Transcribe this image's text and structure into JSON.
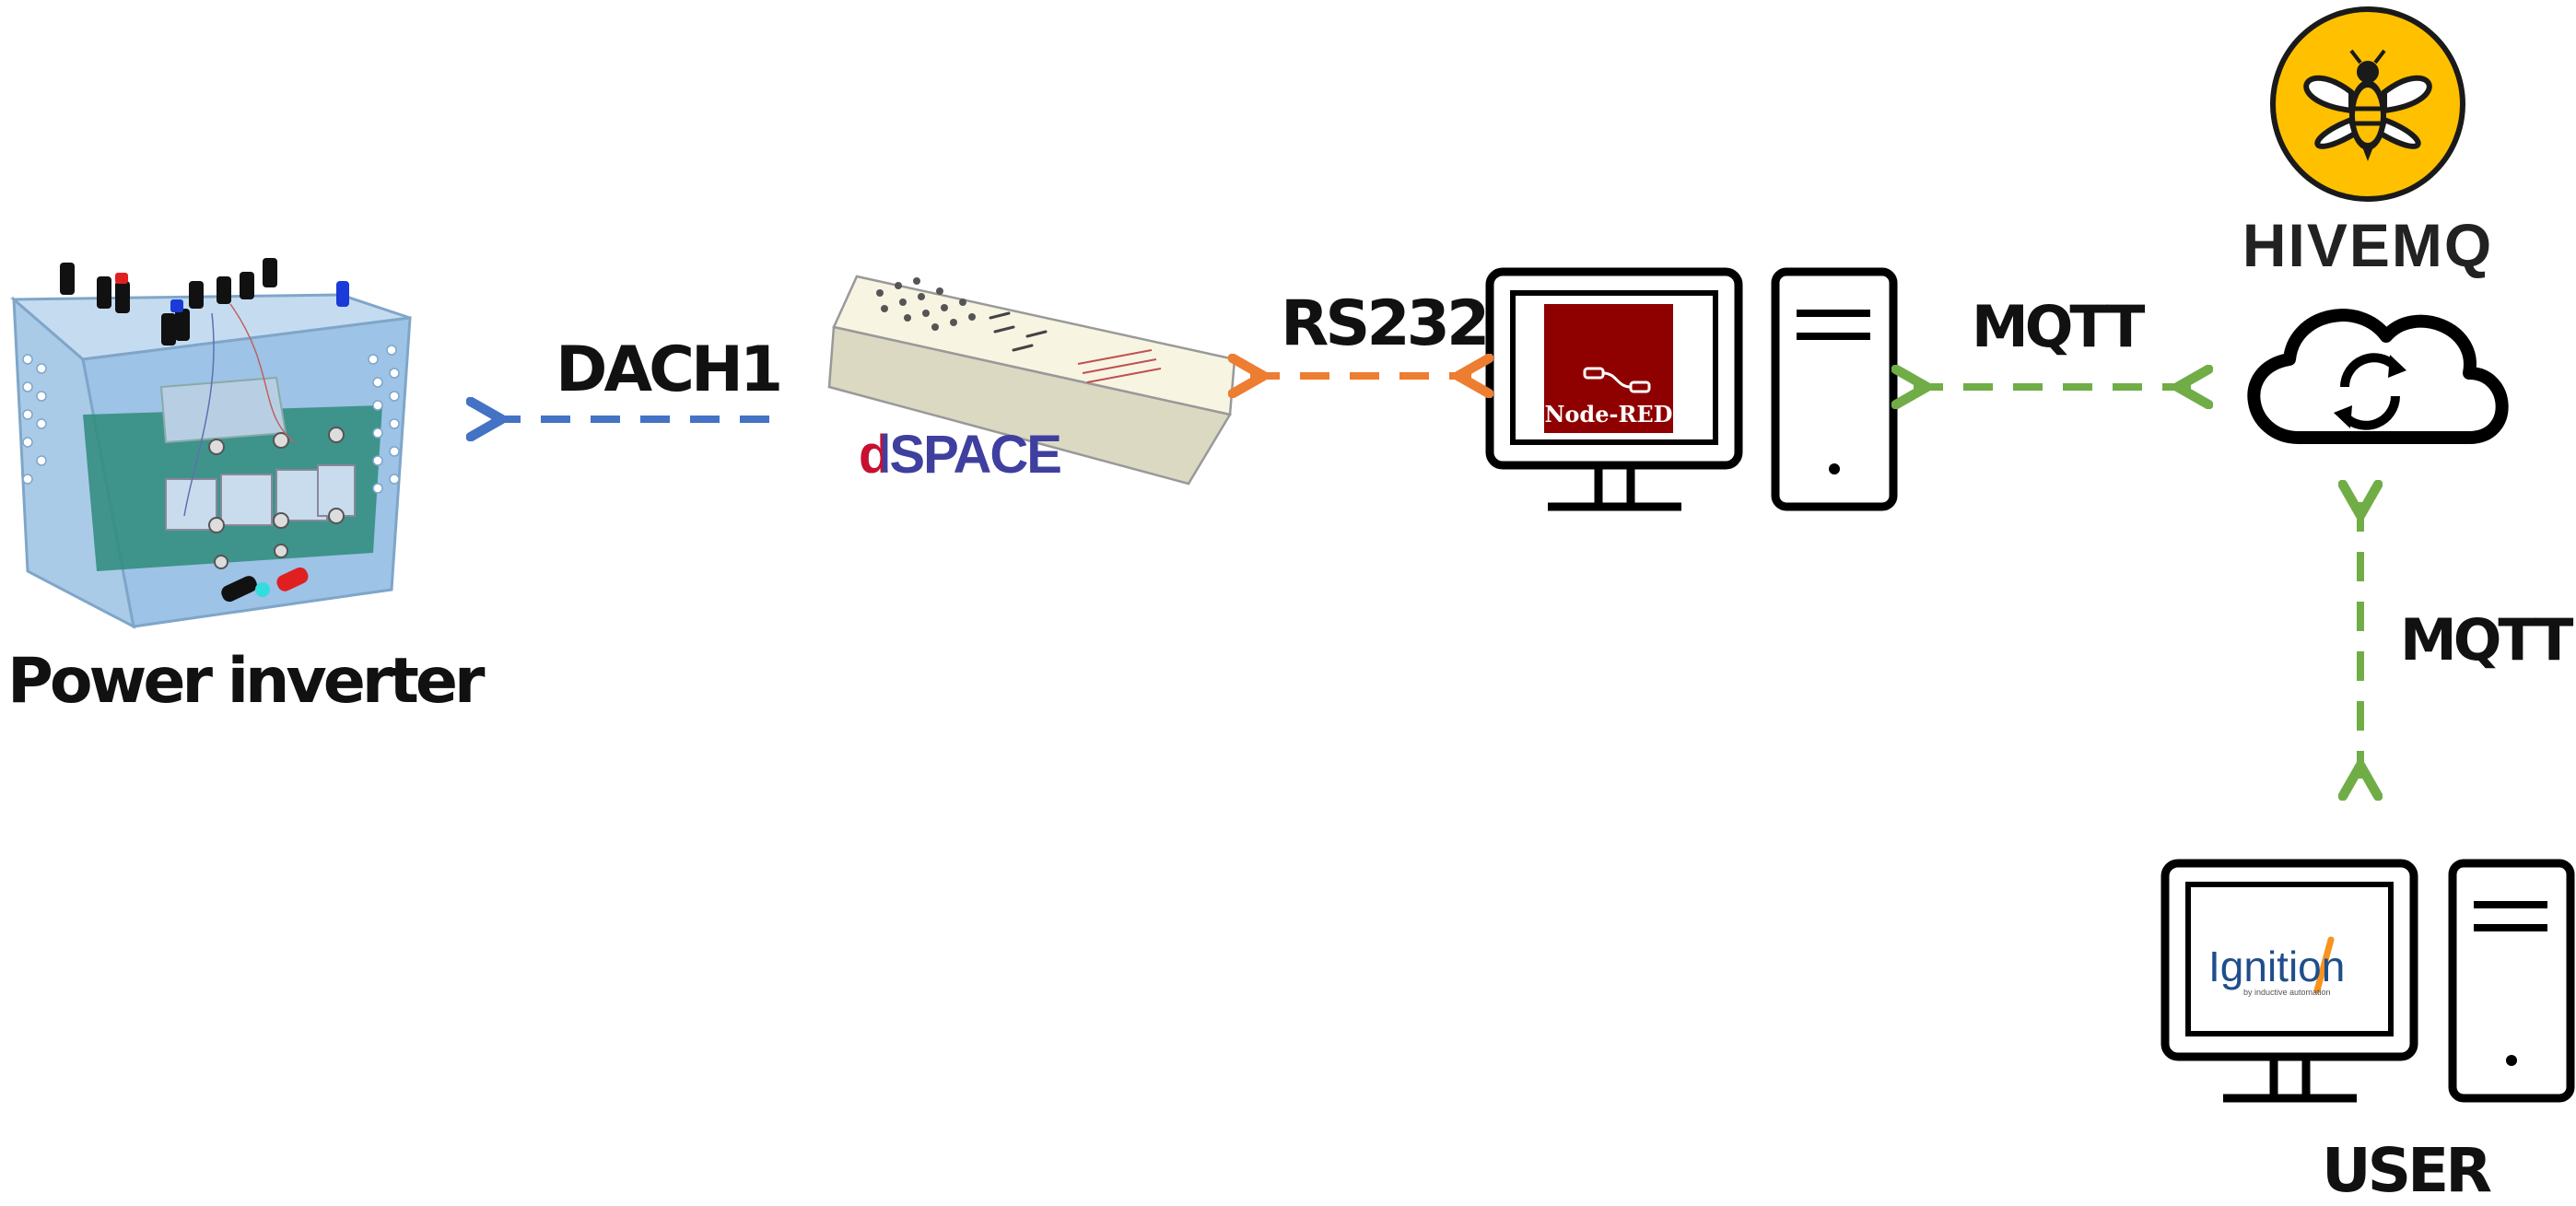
{
  "labels": {
    "power_inverter": "Power inverter",
    "dach1": "DACH1",
    "rs232": "RS232",
    "mqtt_horizontal": "MQTT",
    "mqtt_vertical": "MQTT",
    "user": "USER"
  },
  "logos": {
    "dspace": "dSPACE",
    "node_red": "Node-RED",
    "hivemq": "HIVEMQ",
    "ignition": "Ignition",
    "ignition_tagline": "by inductive automation"
  },
  "colors": {
    "dach1_arrow": "#4472c4",
    "rs232_arrow": "#ed7d31",
    "mqtt_arrow": "#70ad47",
    "node_red_fill": "#8f0000",
    "hivemq_yellow": "#ffc000",
    "dspace_red": "#c8102e",
    "dspace_blue": "#3f3f9f",
    "inverter_box": "#9dc3e6",
    "inverter_board": "#2e8b7a"
  },
  "icons": [
    "power-inverter-icon",
    "dspace-device-icon",
    "monitor-icon",
    "tower-icon",
    "cloud-sync-icon",
    "hivemq-bee-icon"
  ]
}
